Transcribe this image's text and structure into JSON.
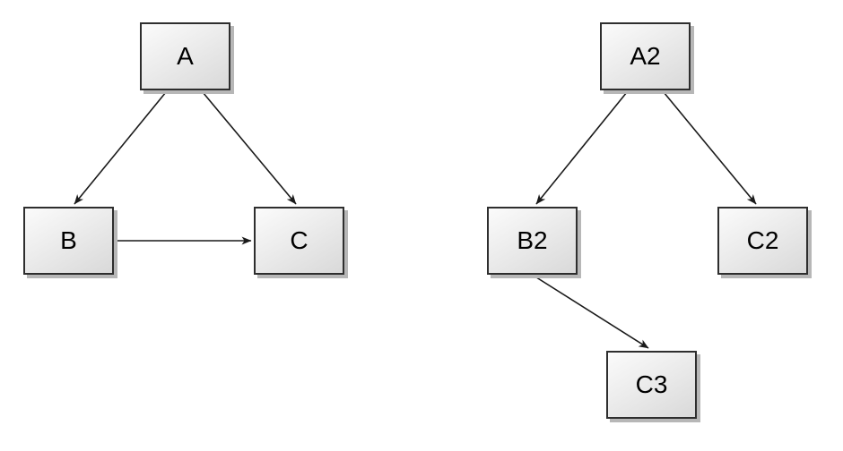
{
  "diagram": {
    "type": "directed-graph",
    "background_color": "#ffffff",
    "node_style": {
      "fill_top": "#fbfbfb",
      "fill_bottom": "#d9d9d9",
      "border_color": "#2e2e2e",
      "shadow_color": "#b7b7b7",
      "text_color": "#000000",
      "edge_color": "#1a1a1a"
    },
    "graphs": [
      {
        "name": "left-graph",
        "nodes": [
          {
            "id": "A",
            "label": "A"
          },
          {
            "id": "B",
            "label": "B"
          },
          {
            "id": "C",
            "label": "C"
          }
        ],
        "edges": [
          {
            "from": "A",
            "to": "B"
          },
          {
            "from": "A",
            "to": "C"
          },
          {
            "from": "B",
            "to": "C"
          }
        ]
      },
      {
        "name": "right-graph",
        "nodes": [
          {
            "id": "A2",
            "label": "A2"
          },
          {
            "id": "B2",
            "label": "B2"
          },
          {
            "id": "C2",
            "label": "C2"
          },
          {
            "id": "C3",
            "label": "C3"
          }
        ],
        "edges": [
          {
            "from": "A2",
            "to": "B2"
          },
          {
            "from": "A2",
            "to": "C2"
          },
          {
            "from": "B2",
            "to": "C3"
          }
        ]
      }
    ]
  }
}
